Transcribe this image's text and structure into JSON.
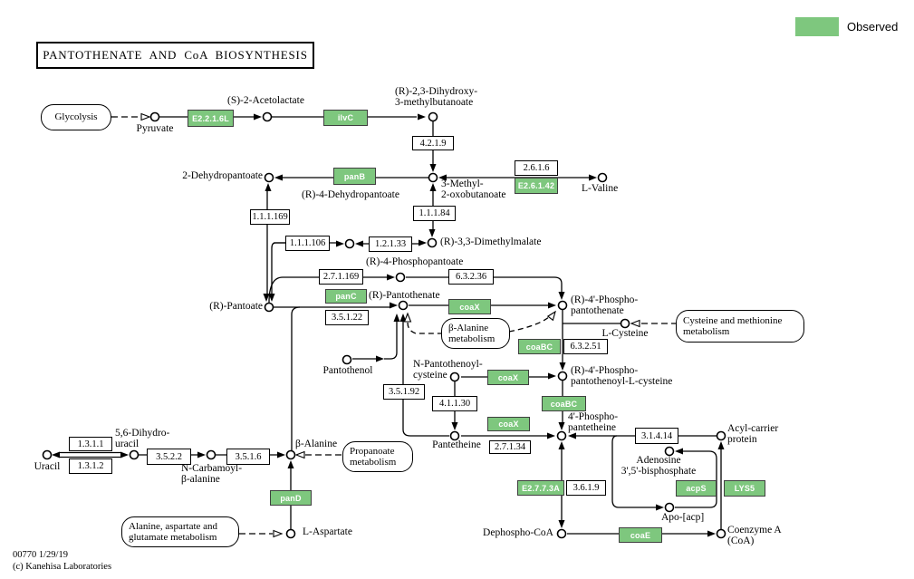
{
  "title": {
    "text": "PANTOTHENATE  AND  CoA  BIOSYNTHESIS"
  },
  "legend": {
    "label": "Observed",
    "observed_color": "#7ec77e"
  },
  "footer": {
    "map_id": "00770 1/29/19",
    "copyright": "(c) Kanehisa Laboratories"
  },
  "pathway_boxes": {
    "glycolysis": "Glycolysis",
    "beta_alanine_metabolism": "β-Alanine\nmetabolism",
    "cysteine_methionine_metabolism": "Cysteine and methionine\nmetabolism",
    "propanoate_metabolism": "Propanoate\nmetabolism",
    "alanine_aspartate_glutamate_metabolism": "Alanine, aspartate and\nglutamate metabolism"
  },
  "enzymes_observed": {
    "e2216l": "E2.2.1.6L",
    "ilvc": "ilvC",
    "e26142": "E2.6.1.42",
    "panb": "panB",
    "panc": "panC",
    "coax": "coaX",
    "coabc": "coaBC",
    "pand": "panD",
    "e2773a": "E2.7.7.3A",
    "acps": "acpS",
    "lys5": "LYS5",
    "coae": "coaE"
  },
  "enzymes_ec": {
    "ec_4_2_1_9": "4.2.1.9",
    "ec_2_6_1_6": "2.6.1.6",
    "ec_1_1_1_84": "1.1.1.84",
    "ec_1_1_1_169": "1.1.1.169",
    "ec_1_1_1_106": "1.1.1.106",
    "ec_1_2_1_33": "1.2.1.33",
    "ec_2_7_1_169": "2.7.1.169",
    "ec_6_3_2_36": "6.3.2.36",
    "ec_3_5_1_22": "3.5.1.22",
    "ec_6_3_2_51": "6.3.2.51",
    "ec_3_5_1_92": "3.5.1.92",
    "ec_4_1_1_30": "4.1.1.30",
    "ec_2_7_1_34": "2.7.1.34",
    "ec_3_1_4_14": "3.1.4.14",
    "ec_3_6_1_9": "3.6.1.9",
    "ec_1_3_1_1": "1.3.1.1",
    "ec_1_3_1_2": "1.3.1.2",
    "ec_3_5_2_2": "3.5.2.2",
    "ec_3_5_1_6": "3.5.1.6"
  },
  "compounds": {
    "pyruvate": "Pyruvate",
    "acetolactate": "(S)-2-Acetolactate",
    "dihydroxy_methylbutanoate": "(R)-2,3-Dihydroxy-\n3-methylbutanoate",
    "dehydropantoate_2": "2-Dehydropantoate",
    "methyl_oxobutanoate": "3-Methyl-\n2-oxobutanoate",
    "l_valine": "L-Valine",
    "dehydropantoate_4": "(R)-4-Dehydropantoate",
    "dimethylmalate": "(R)-3,3-Dimethylmalate",
    "phosphopantoate": "(R)-4-Phosphopantoate",
    "pantoate": "(R)-Pantoate",
    "pantothenate": "(R)-Pantothenate",
    "phosphopantothenate": "(R)-4'-Phospho-\npantothenate",
    "l_cysteine": "L-Cysteine",
    "pantothenol": "Pantothenol",
    "n_pantothenoyl_cysteine": "N-Pantothenoyl-\ncysteine",
    "phosphopantothenoyl_cysteine": "(R)-4'-Phospho-\npantothenoyl-L-cysteine",
    "phosphopantetheine": "4'-Phospho-\npantetheine",
    "pantetheine": "Pantetheine",
    "acyl_carrier_protein": "Acyl-carrier\nprotein",
    "adenosine_bisphosphate": "Adenosine\n3',5'-bisphosphate",
    "apo_acp": "Apo-[acp]",
    "dephospho_coa": "Dephospho-CoA",
    "coenzyme_a": "Coenzyme A\n(CoA)",
    "uracil": "Uracil",
    "dihydrouracil": "5,6-Dihydro-\nuracil",
    "n_carbamoyl_alanine": "N-Carbamoyl-\nβ-alanine",
    "beta_alanine": "β-Alanine",
    "l_aspartate": "L-Aspartate"
  }
}
